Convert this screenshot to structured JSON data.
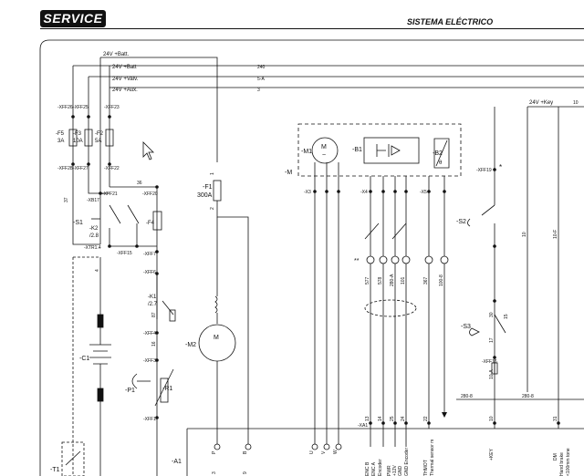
{
  "header": {
    "badge": "SERVICE",
    "title": "SISTEMA ELÉCTRICO"
  },
  "rails": {
    "batt1": "24V +Batt.",
    "batt2": "24V +Batt",
    "valv": "24V +Valv.",
    "aux": "24V +Aux.",
    "key": "24V +Key",
    "wire_240": "240",
    "wire_5a": "5-A",
    "wire_3": "3",
    "wire_10": "10"
  },
  "connectors": {
    "xff26": "-XFF26",
    "xff25": "-XFF25",
    "xff23": "-XFF23",
    "xff28": "-XFF28",
    "xff27": "-XFF27",
    "xff22": "-XFF22",
    "xff21": "-XFF21",
    "xff20": "-XFF20",
    "xff19": "-XFF19",
    "xb17": "-XB17",
    "xtr1": "-XTR1.4",
    "xff15": "-XFF15",
    "xff7": "-XFF7",
    "xff6": "-XFF6",
    "xff4": "-XFF4",
    "xff3": "-XFF3",
    "xff1": "-XFF1",
    "xff16": "-XFF16",
    "xa1": "-XA1",
    "x4": "-X4",
    "x3": "-X3",
    "x5": "-X5"
  },
  "components": {
    "f5": "-F5",
    "f5_rating": "3A",
    "f3": "-F3",
    "f3_rating": "10A",
    "f2": "-F2",
    "f2_rating": "5A",
    "f1": "-F1",
    "f1_rating": "300A",
    "f4": "-F4",
    "s1": "-S1",
    "k2": "-K2",
    "k2_ref": "/2.8",
    "k1": "-K1",
    "k1_ref": "/2.7",
    "c1": "-C1",
    "p1": "-P1",
    "r1": "-R1",
    "t1": "-T1",
    "a1": "-A1",
    "m2": "-M2",
    "m1": "-M1",
    "m": "-M",
    "b1": "-B1",
    "b2": "-B2",
    "s2": "-S2",
    "s3": "-S3",
    "motor_letter": "M",
    "motor_tilde": "~",
    "star": "*",
    "double_star": "**",
    "theta": "θ"
  },
  "wires": {
    "w37": "37",
    "w36": "36",
    "w1": "1",
    "w2": "2",
    "w377": "577",
    "w378": "578",
    "w280a": "280-A",
    "w101": "101",
    "w367": "367",
    "w1008": "100-8",
    "w2808a": "280-8",
    "w2808b": "280-8",
    "w30": "30",
    "w10a": "10-A",
    "w10b": "10",
    "w100f": "10-F",
    "w4": "4",
    "w87": "87",
    "w15": "15",
    "w16": "16",
    "w17": "17"
  },
  "bottom_terminals": {
    "p": "P",
    "b": "B",
    "u": "U",
    "v": "V",
    "w": "W",
    "n13": "13",
    "n14": "14",
    "n25": "25",
    "n24": "24",
    "n22": "22",
    "n10": "10",
    "n31": "31",
    "n3": "3",
    "n9": "9"
  },
  "bottom_labels": {
    "enc_b": "ENC B",
    "enc_a": "ENC A",
    "encoder": "Encoder",
    "pwr": "PWR",
    "plus12v": "+12V",
    "gnd": "GND",
    "gnd_encoder": "GND Encoder",
    "thmot": "THMOT",
    "thermal_sensor": "Thermal sensor m",
    "key": "+KEY",
    "dm": "DM",
    "hand_brake": "Hand brake",
    "dm_switch": "<100mm tone"
  }
}
